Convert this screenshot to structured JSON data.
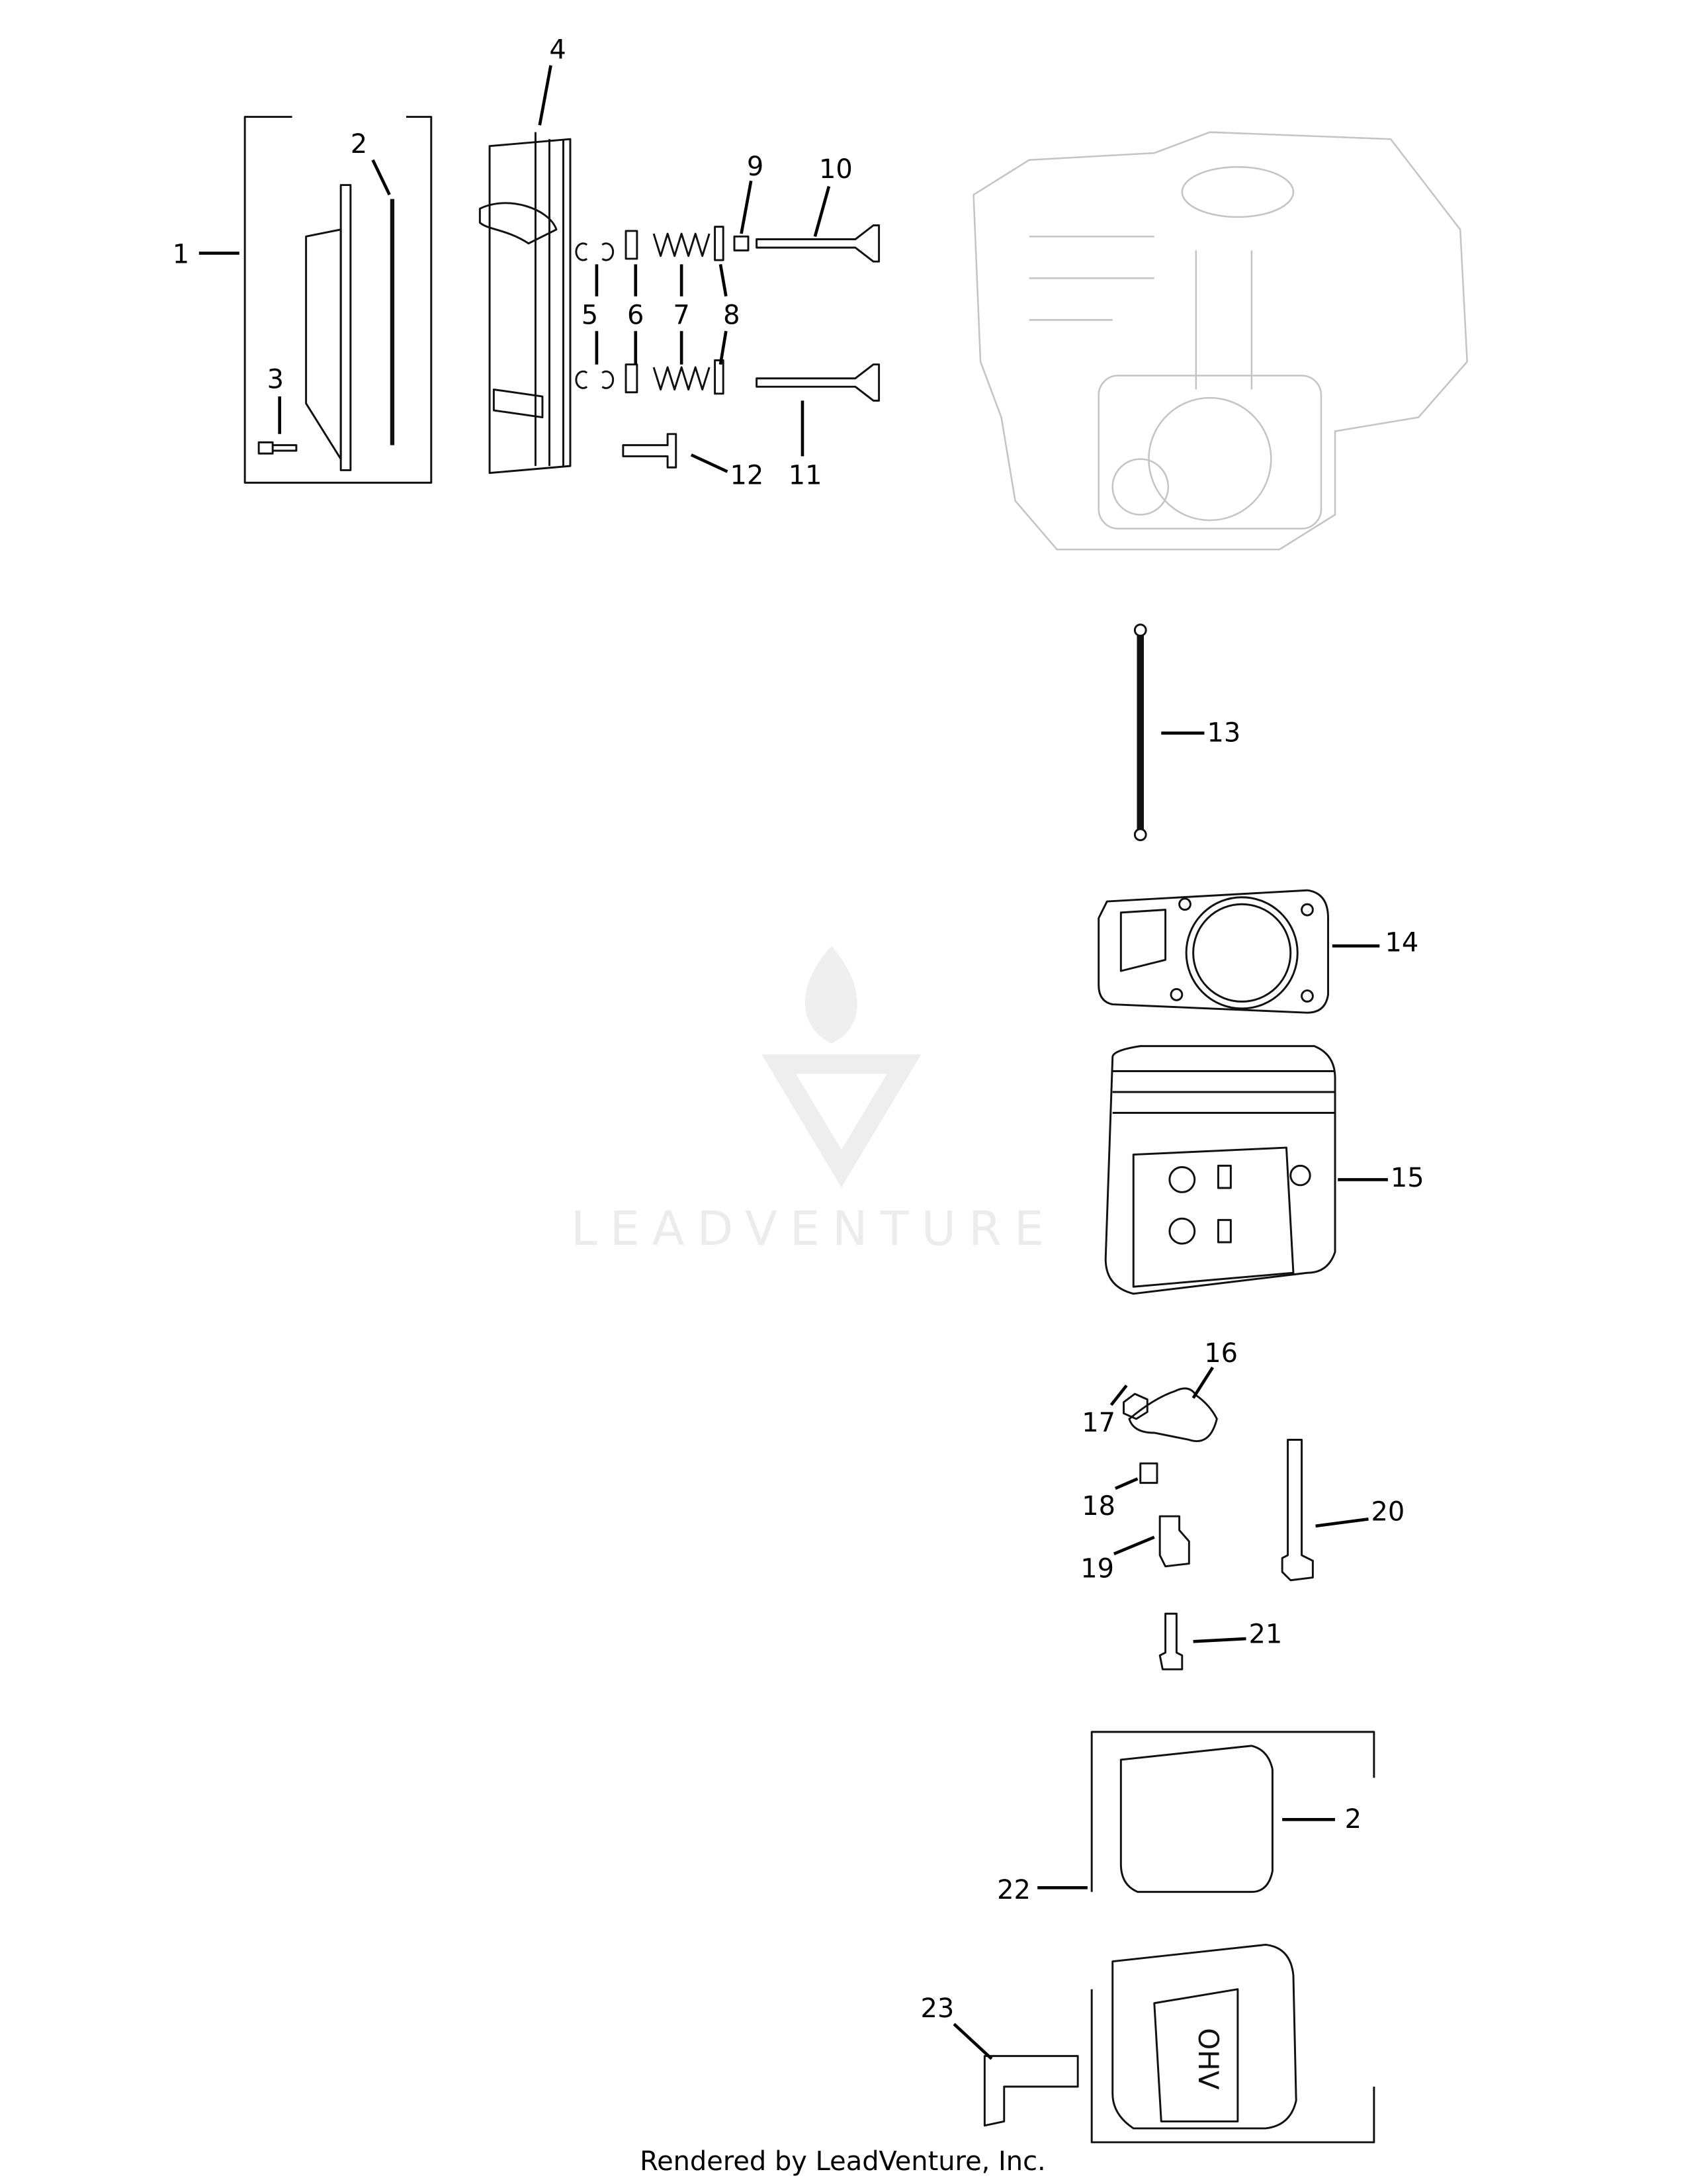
{
  "callouts": {
    "c1": "1",
    "c2a": "2",
    "c3": "3",
    "c4": "4",
    "c5": "5",
    "c6": "6",
    "c7": "7",
    "c8": "8",
    "c9": "9",
    "c10": "10",
    "c11": "11",
    "c12": "12",
    "c13": "13",
    "c14": "14",
    "c15": "15",
    "c16": "16",
    "c17": "17",
    "c18": "18",
    "c19": "19",
    "c20": "20",
    "c21": "21",
    "c2b": "2",
    "c22": "22",
    "c23": "23"
  },
  "watermark": {
    "text": "LEADVENTURE"
  },
  "cover_logo_text": "OHV",
  "footer": "Rendered by LeadVenture, Inc."
}
